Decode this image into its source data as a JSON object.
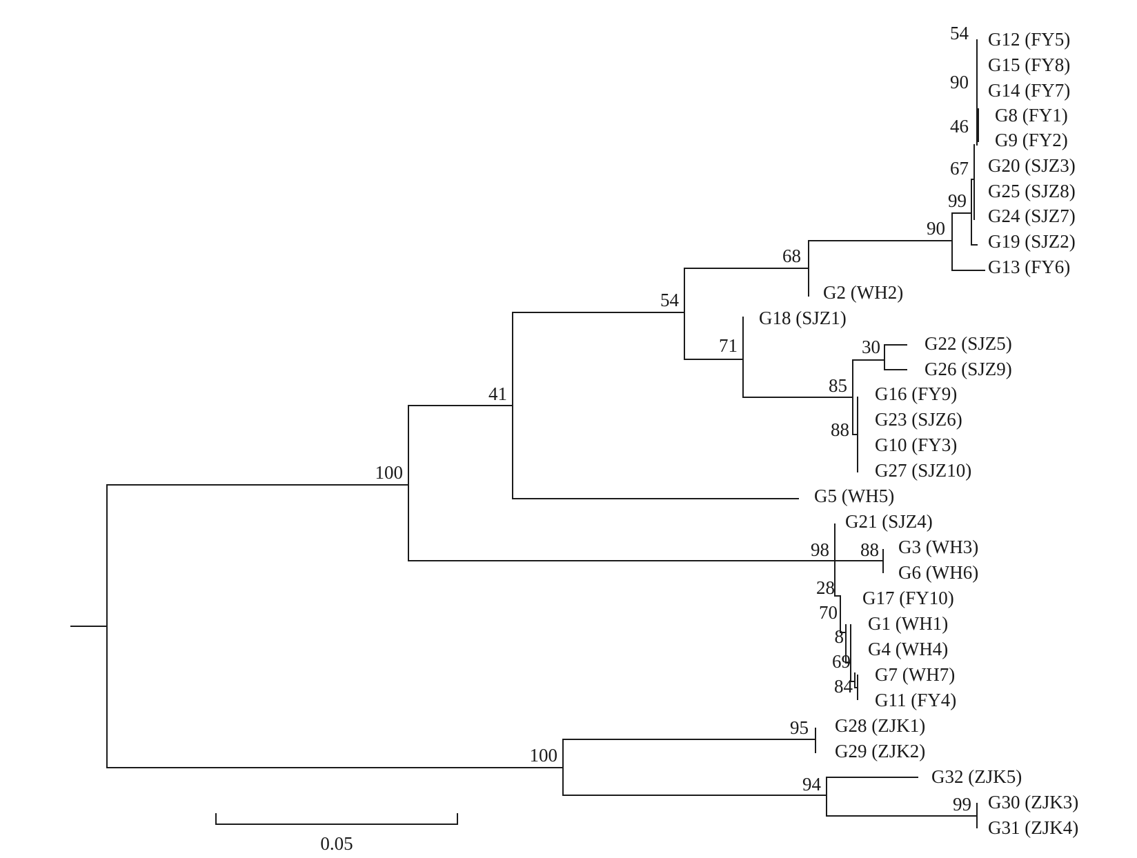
{
  "leaves": [
    {
      "id": "g12",
      "label": "G12 (FY5)"
    },
    {
      "id": "g15",
      "label": "G15 (FY8)"
    },
    {
      "id": "g14",
      "label": "G14 (FY7)"
    },
    {
      "id": "g8",
      "label": "G8 (FY1)"
    },
    {
      "id": "g9",
      "label": "G9 (FY2)"
    },
    {
      "id": "g20",
      "label": "G20 (SJZ3)"
    },
    {
      "id": "g25",
      "label": "G25 (SJZ8)"
    },
    {
      "id": "g24",
      "label": "G24 (SJZ7)"
    },
    {
      "id": "g19",
      "label": "G19 (SJZ2)"
    },
    {
      "id": "g13",
      "label": "G13 (FY6)"
    },
    {
      "id": "g2",
      "label": "G2 (WH2)"
    },
    {
      "id": "g18",
      "label": "G18 (SJZ1)"
    },
    {
      "id": "g22",
      "label": "G22 (SJZ5)"
    },
    {
      "id": "g26",
      "label": "G26 (SJZ9)"
    },
    {
      "id": "g16",
      "label": "G16 (FY9)"
    },
    {
      "id": "g23",
      "label": "G23 (SJZ6)"
    },
    {
      "id": "g10",
      "label": "G10 (FY3)"
    },
    {
      "id": "g27",
      "label": "G27 (SJZ10)"
    },
    {
      "id": "g5",
      "label": "G5 (WH5)"
    },
    {
      "id": "g21",
      "label": "G21 (SJZ4)"
    },
    {
      "id": "g3",
      "label": "G3 (WH3)"
    },
    {
      "id": "g6",
      "label": "G6 (WH6)"
    },
    {
      "id": "g17",
      "label": "G17 (FY10)"
    },
    {
      "id": "g1",
      "label": "G1 (WH1)"
    },
    {
      "id": "g4",
      "label": "G4 (WH4)"
    },
    {
      "id": "g7",
      "label": "G7 (WH7)"
    },
    {
      "id": "g11",
      "label": "G11 (FY4)"
    },
    {
      "id": "g28",
      "label": "G28 (ZJK1)"
    },
    {
      "id": "g29",
      "label": "G29 (ZJK2)"
    },
    {
      "id": "g32",
      "label": "G32 (ZJK5)"
    },
    {
      "id": "g30",
      "label": "G30 (ZJK3)"
    },
    {
      "id": "g31",
      "label": "G31 (ZJK4)"
    }
  ],
  "support_values": [
    {
      "id": "s-g12",
      "value": "54"
    },
    {
      "id": "s-fy-inner",
      "value": "90"
    },
    {
      "id": "s-g8-g9",
      "value": "46"
    },
    {
      "id": "s-sjz-inner",
      "value": "67"
    },
    {
      "id": "s-sjz-group",
      "value": "99"
    },
    {
      "id": "s-fy-sjz",
      "value": "90"
    },
    {
      "id": "s-upper",
      "value": "68"
    },
    {
      "id": "s-upper-sjz1",
      "value": "54"
    },
    {
      "id": "s-sjz1-clade",
      "value": "71"
    },
    {
      "id": "s-g22-g26",
      "value": "30"
    },
    {
      "id": "s-sjz5-group",
      "value": "85"
    },
    {
      "id": "s-fy9-group",
      "value": "88"
    },
    {
      "id": "s-g5-clade",
      "value": "41"
    },
    {
      "id": "s-main",
      "value": "100"
    },
    {
      "id": "s-wh-clade",
      "value": "98"
    },
    {
      "id": "s-g3-g6",
      "value": "88"
    },
    {
      "id": "s-wh-inner-1",
      "value": "28"
    },
    {
      "id": "s-wh-inner-2",
      "value": "70"
    },
    {
      "id": "s-wh-inner-3",
      "value": "8"
    },
    {
      "id": "s-wh-inner-4",
      "value": "69"
    },
    {
      "id": "s-g7-g11",
      "value": "84"
    },
    {
      "id": "s-g28-g29",
      "value": "95"
    },
    {
      "id": "s-zjk-clade",
      "value": "100"
    },
    {
      "id": "s-zjk-inner",
      "value": "94"
    },
    {
      "id": "s-g30-g31",
      "value": "99"
    }
  ],
  "scale_bar": {
    "label": "0.05",
    "value": 0.05
  }
}
